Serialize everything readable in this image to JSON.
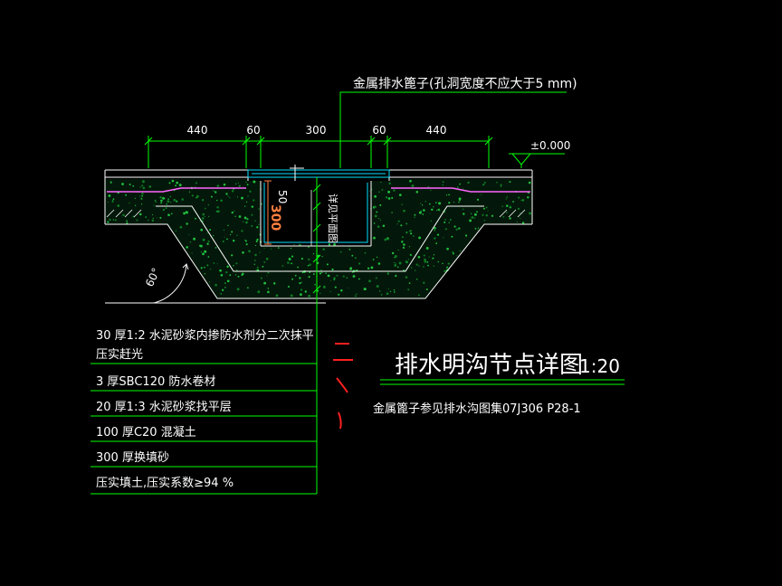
{
  "drawing": {
    "title": "排水明沟节点详图",
    "scale": "1:20",
    "grate_callout": "金属排水篦子(孔洞宽度不应大于5 mm)",
    "grate_reference_note": "金属篦子参见排水沟图集07J306  P28-1",
    "elevation_mark": "±0.000",
    "slope_angle_label": "60°",
    "inner_wall_note": "详见平面图",
    "dimensions": {
      "top": [
        "440",
        "60",
        "300",
        "60",
        "440"
      ],
      "grate_depth": "50",
      "channel_depth": "300"
    },
    "layers": [
      "30  厚1:2  水泥砂浆内掺防水剂分二次抹平压实赶光",
      "3 厚SBC120    防水卷材",
      "20  厚1:3  水泥砂浆找平层",
      "100  厚C20  混凝土",
      "300  厚换填砂",
      "压实填土,压实系数≥94  %"
    ],
    "markup_marks": [
      "二",
      "、"
    ],
    "colors": {
      "background": "#000000",
      "lines": "#00ff00",
      "text": "#ffffff",
      "markup": "#ff2020",
      "membrane": "#ff66ff",
      "grate": "#00e0ff"
    }
  }
}
